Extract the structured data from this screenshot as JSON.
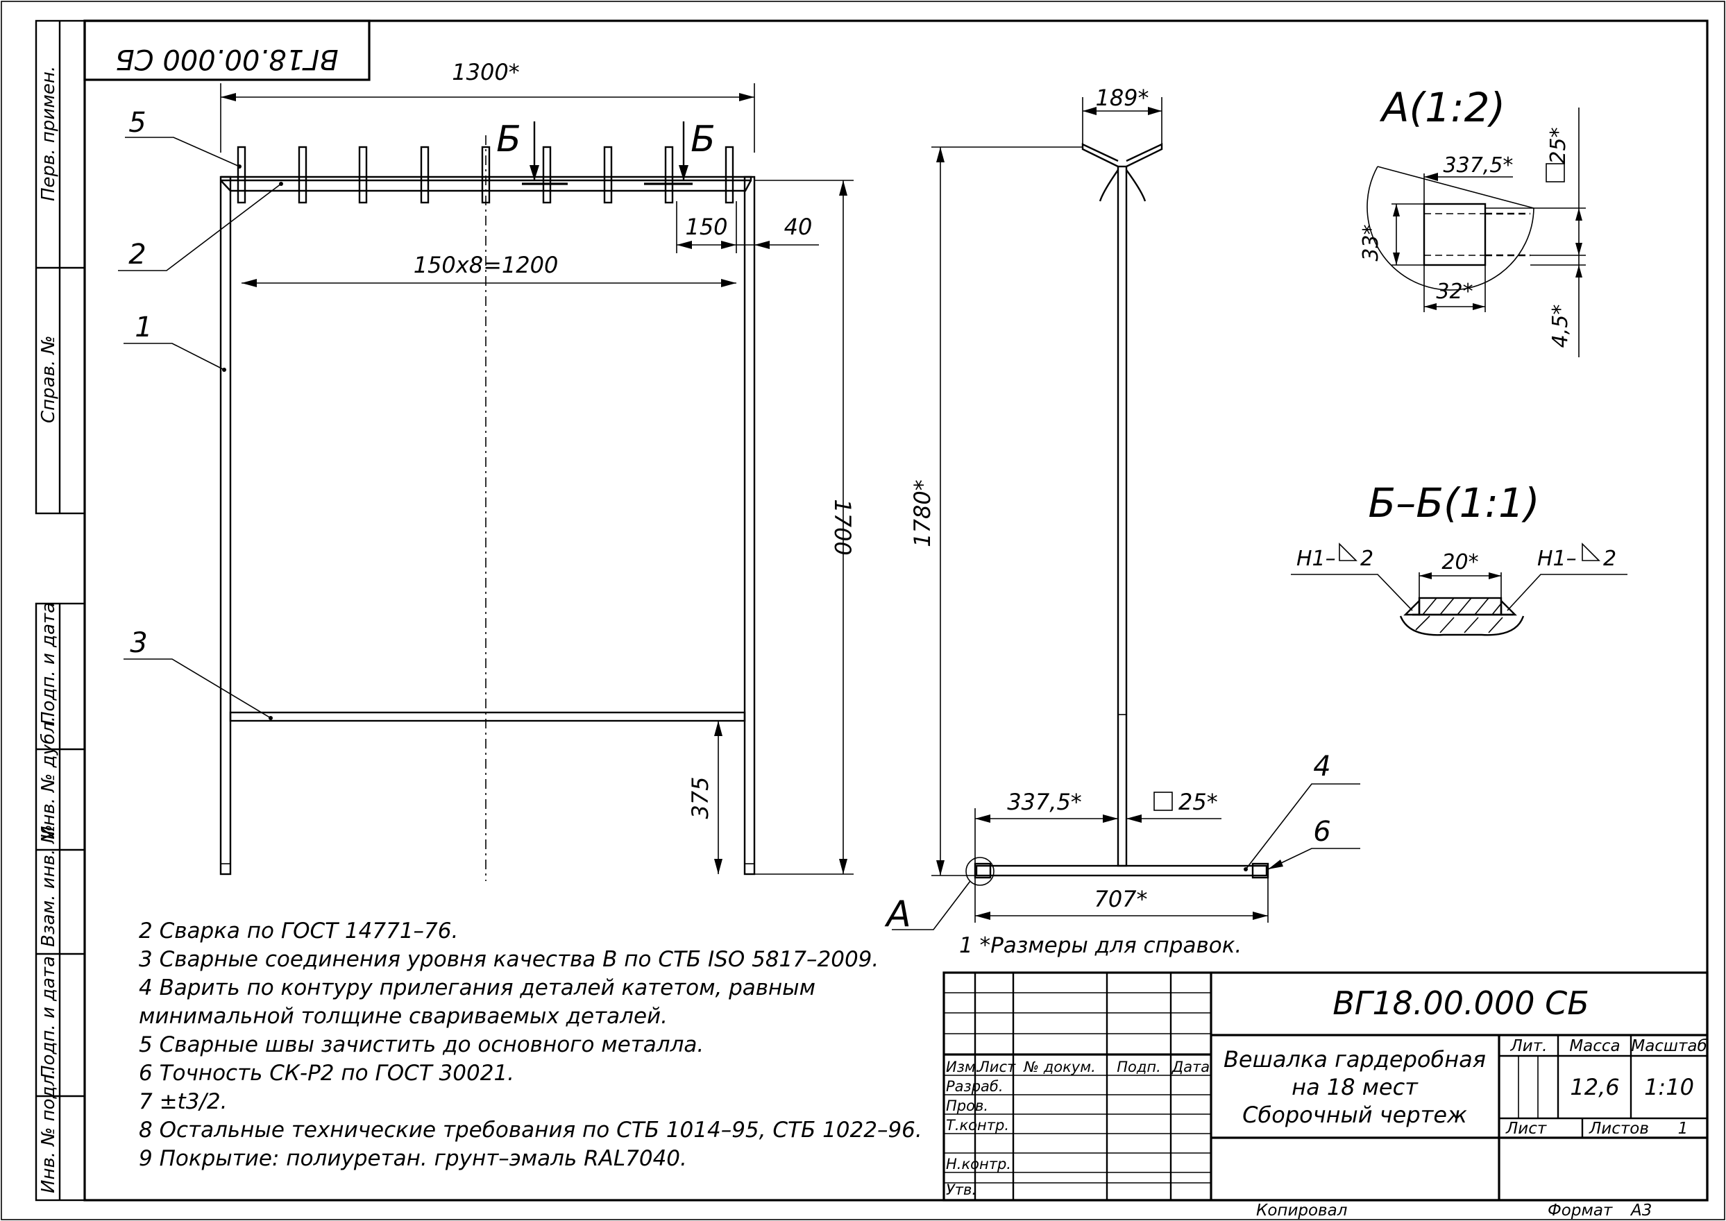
{
  "designation": "ВГ18.00.000 СБ",
  "designation_mirrored": "ВГ18.00.000 СБ",
  "side_labels": {
    "first_use": "Перв. примен.",
    "ref_no": "Справ. №",
    "sign_date_1": "Подп. и дата",
    "dup_inv": "Инв. № дубл.",
    "mutual_inv": "Взам. инв. №",
    "sign_date_2": "Подп. и дата",
    "orig_inv": "Инв. № подл."
  },
  "front_view": {
    "dim_width": "1300*",
    "dim_hooks": "150x8=1200",
    "dim_150": "150",
    "dim_40": "40",
    "dim_height": "1700",
    "dim_375": "375",
    "section_mark_left": "Б",
    "section_mark_right": "Б",
    "pos_5": "5",
    "pos_2": "2",
    "pos_1": "1",
    "pos_3": "3"
  },
  "side_view": {
    "dim_top": "189*",
    "dim_height": "1780*",
    "dim_half": "337,5*",
    "dim_square": "25*",
    "dim_base": "707*",
    "pos_4": "4",
    "pos_6": "6",
    "detail_mark": "А"
  },
  "detail_a": {
    "title": "А(1:2)",
    "dim_len": "337,5*",
    "dim_square": "25*",
    "dim_33": "33*",
    "dim_32": "32*",
    "dim_45": "4,5*"
  },
  "section_b": {
    "title": "Б–Б(1:1)",
    "weld_left": "Н1–",
    "weld_left_leg": "2",
    "weld_right": "Н1–",
    "weld_right_leg": "2",
    "dim_width": "20*"
  },
  "ref_note": "1  *Размеры для справок.",
  "notes": [
    "2  Сварка по ГОСТ 14771–76.",
    "3  Сварные соединения уровня качества В по СТБ ISO 5817–2009.",
    "4  Варить   по   контуру   прилегания   деталей   катетом,   равным",
    "минимальной толщине свариваемых деталей.",
    "5  Сварные швы зачистить до основного металла.",
    "6  Точность СК-Р2 по ГОСТ 30021.",
    "7  ±t3/2.",
    "8  Остальные технические требования по СТБ 1014–95, СТБ 1022–96.",
    "9  Покрытие: полиуретан. грунт–эмаль RAL7040."
  ],
  "title_block": {
    "designation": "ВГ18.00.000 СБ",
    "name_line1": "Вешалка гардеробная",
    "name_line2": "на 18 мест",
    "name_line3": "Сборочный чертеж",
    "col_izm": "Изм.",
    "col_list": "Лист",
    "col_doc": "№ докум.",
    "col_sign": "Подп.",
    "col_date": "Дата",
    "row_razrab": "Разраб.",
    "row_prov": "Пров.",
    "row_tkontr": "Т.контр.",
    "row_nkontr": "Н.контр.",
    "row_utv": "Утв.",
    "lit": "Лит.",
    "mass": "Масса",
    "scale": "Масштаб",
    "mass_value": "12,6",
    "scale_value": "1:10",
    "sheet": "Лист",
    "sheets": "Листов",
    "sheets_value": "1"
  },
  "footer": {
    "copied": "Копировал",
    "format": "Формат",
    "format_value": "А3"
  }
}
